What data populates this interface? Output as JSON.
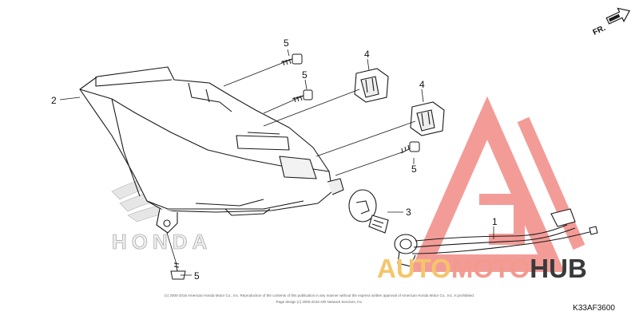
{
  "diagram": {
    "part_labels": [
      "1",
      "2",
      "3",
      "4",
      "4",
      "5",
      "5",
      "5",
      "5"
    ],
    "direction_label": "FR.",
    "brand_text": "HONDA",
    "diagram_code": "K33AF3600",
    "copyright_lines": [
      "(c) 2000-2016 American Honda Motor Co., Inc. Reproduction of the contents of this publication in any manner without the express written approval of American Honda Motor Co., Inc. is prohibited.",
      "Page design (c) 2000-2016 ARI Network Services, Inc."
    ]
  },
  "watermark": {
    "word_a": "AUTO",
    "word_b": "MOTO",
    "word_c": "HUB",
    "color_a": "#f5c56a",
    "color_b": "#f39a8f",
    "color_c": "#3a3a3a",
    "triangle_color": "#f28b86"
  },
  "colors": {
    "line": "#1a1a1a",
    "lamp_fill": "#ffffff",
    "shade": "#d9d9d9"
  }
}
